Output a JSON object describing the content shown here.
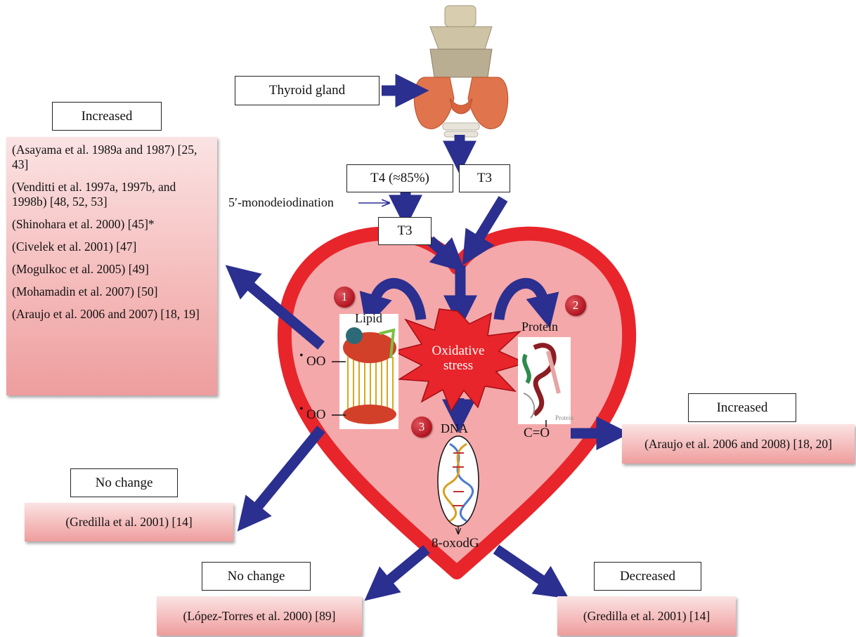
{
  "labels": {
    "thyroid_gland": "Thyroid gland",
    "t4": "T4 (≈85%)",
    "t3_top": "T3",
    "t3_mid": "T3",
    "monodeiodination": "5′-monodeiodination",
    "oxidative_stress": "Oxidative stress",
    "lipid": "Lipid",
    "protein": "Protein",
    "protein_small": "Protein",
    "dna": "DNA",
    "oo_top": "OO",
    "oo_bottom": "OO",
    "radical_dot": "•",
    "carbonyl": "C=O",
    "oxodg": "8-oxodG"
  },
  "markers": [
    "1",
    "2",
    "3"
  ],
  "status": {
    "lipid_top": "Increased",
    "lipid_bottom": "No change",
    "protein": "Increased",
    "dna_left": "No change",
    "dna_right": "Decreased"
  },
  "references": {
    "lipid_increased": [
      "(Asayama et al. 1989a and 1987) [25, 43]",
      "(Venditti et al. 1997a, 1997b, and 1998b) [48, 52, 53]",
      "(Shinohara et al. 2000) [45]*",
      "(Civelek et al. 2001) [47]",
      "(Mogulkoc et al. 2005) [49]",
      "(Mohamadin et al. 2007) [50]",
      "(Araujo et al. 2006 and 2007) [18, 19]"
    ],
    "lipid_no_change": "(Gredilla et al. 2001) [14]",
    "protein_increased": "(Araujo et al. 2006 and 2008) [18, 20]",
    "dna_no_change": "(López-Torres et al. 2000) [89]",
    "dna_decreased": "(Gredilla et al. 2001) [14]"
  },
  "colors": {
    "heart_fill": "#f4a8aa",
    "heart_border": "#e8252b",
    "arrow": "#2b2f8f",
    "star_fill": "#e8252b",
    "marker": "#b0141f"
  },
  "icons": [
    "thyroid-gland-icon",
    "lipid-membrane-icon",
    "protein-ribbon-icon",
    "dna-helix-icon",
    "starburst-icon"
  ]
}
